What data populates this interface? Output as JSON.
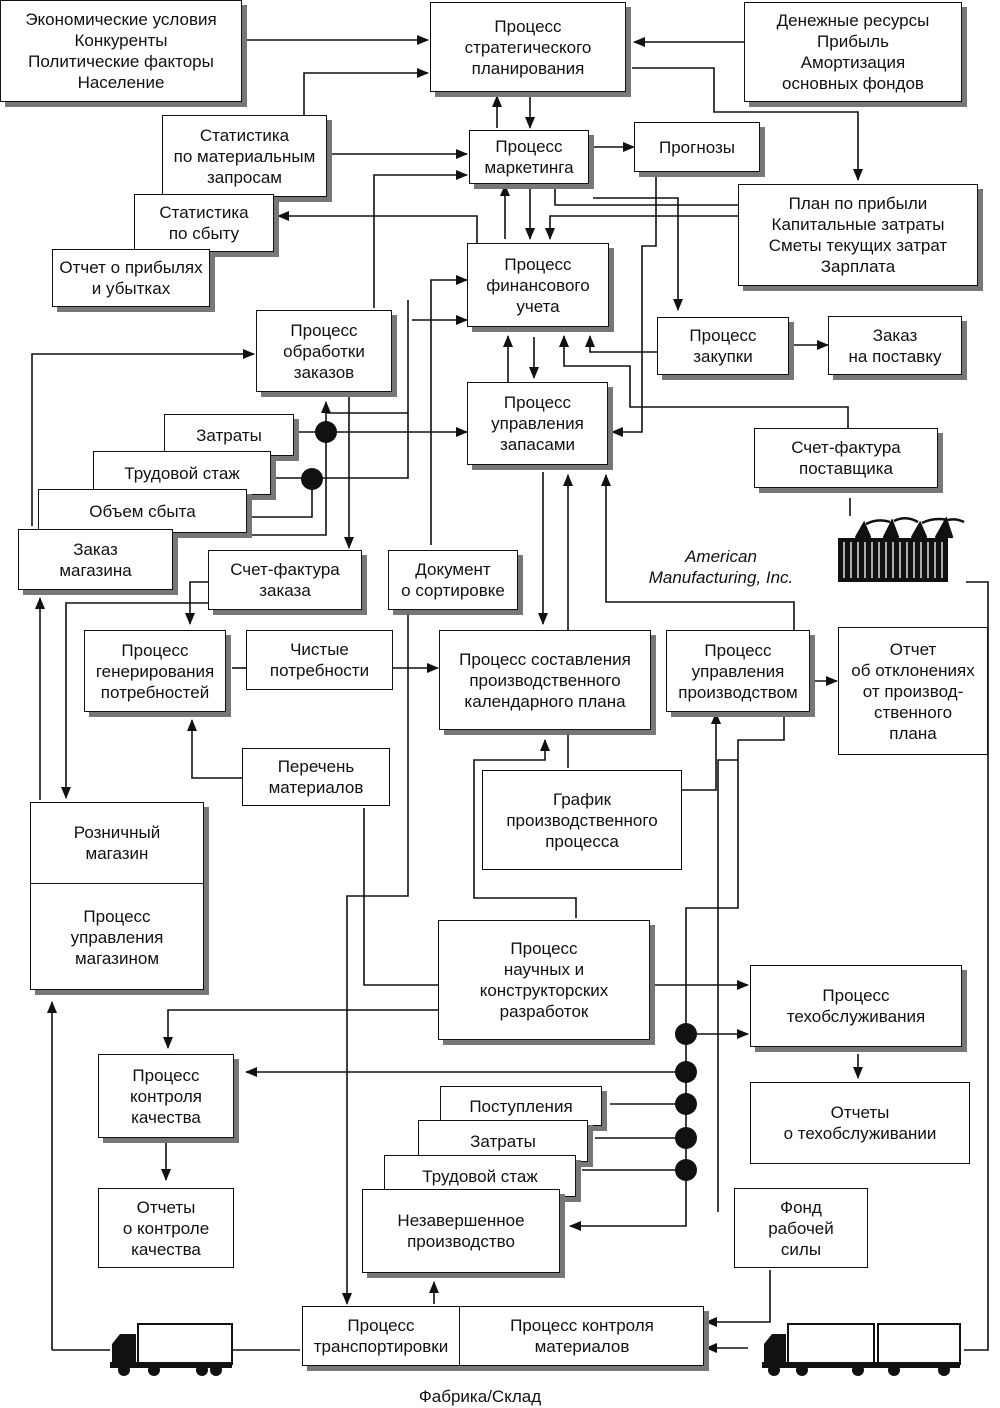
{
  "nodes": {
    "external": "Экономические условия\nКонкуренты\nПолитические факторы\nНаселение",
    "strategic": "Процесс\nстратегического\nпланирования",
    "money": "Денежные ресурсы\nПрибыль\nАмортизация\nосновных фондов",
    "stat_material": "Статистика\nпо материальным\nзапросам",
    "marketing": "Процесс\nмаркетинга",
    "forecasts": "Прогнозы",
    "stat_sales": "Статистика\nпо сбыту",
    "profit_plan": "План по прибыли\nКапитальные затраты\nСметы текущих затрат\nЗарплата",
    "pnl_report": "Отчет о прибылях\nи убытках",
    "fin_accounting": "Процесс\nфинансового\nучета",
    "order_processing": "Процесс\nобработки\nзаказов",
    "purchasing": "Процесс\nзакупки",
    "supply_order": "Заказ\nна поставку",
    "inventory": "Процесс\nуправления\nзапасами",
    "stack_costs": "Затраты",
    "stack_seniority": "Трудовой стаж",
    "stack_sales_volume": "Объем сбыта",
    "store_order": "Заказ\nмагазина",
    "supplier_invoice": "Счет-фактура\nпоставщика",
    "order_invoice": "Счет-фактура\nзаказа",
    "sorting_doc": "Документ\nо сортировке",
    "needs_gen": "Процесс\nгенерирования\nпотребностей",
    "net_needs": "Чистые\nпотребности",
    "scheduling": "Процесс составления\nпроизводственного\nкалендарного плана",
    "prod_mgmt": "Процесс\nуправления\nпроизводством",
    "deviation_report": "Отчет\nоб отклонениях\nот производ-\nственного\nплана",
    "materials_list": "Перечень\nматериалов",
    "prod_schedule": "График\nпроизводственного\nпроцесса",
    "retail_store": "Розничный\nмагазин",
    "store_mgmt": "Процесс\nуправления\nмагазином",
    "rnd": "Процесс\nнаучных и\nконструкторских\nразработок",
    "maintenance": "Процесс\nтехобслуживания",
    "quality": "Процесс\nконтроля\nкачества",
    "maint_reports": "Отчеты\nо техобслуживании",
    "stack_receipts": "Поступления",
    "stack_costs2": "Затраты",
    "stack_seniority2": "Трудовой стаж",
    "wip": "Незавершенное\nпроизводство",
    "quality_reports": "Отчеты\nо контроле\nкачества",
    "workforce": "Фонд\nрабочей\nсилы",
    "transport": "Процесс\nтранспортировки",
    "material_control": "Процесс  контроля\nматериалов"
  },
  "labels": {
    "company": "American\nManufacturing, Inc.",
    "factory": "Фабрика/Склад"
  },
  "icons": [
    "factory-icon",
    "truck-icon"
  ]
}
